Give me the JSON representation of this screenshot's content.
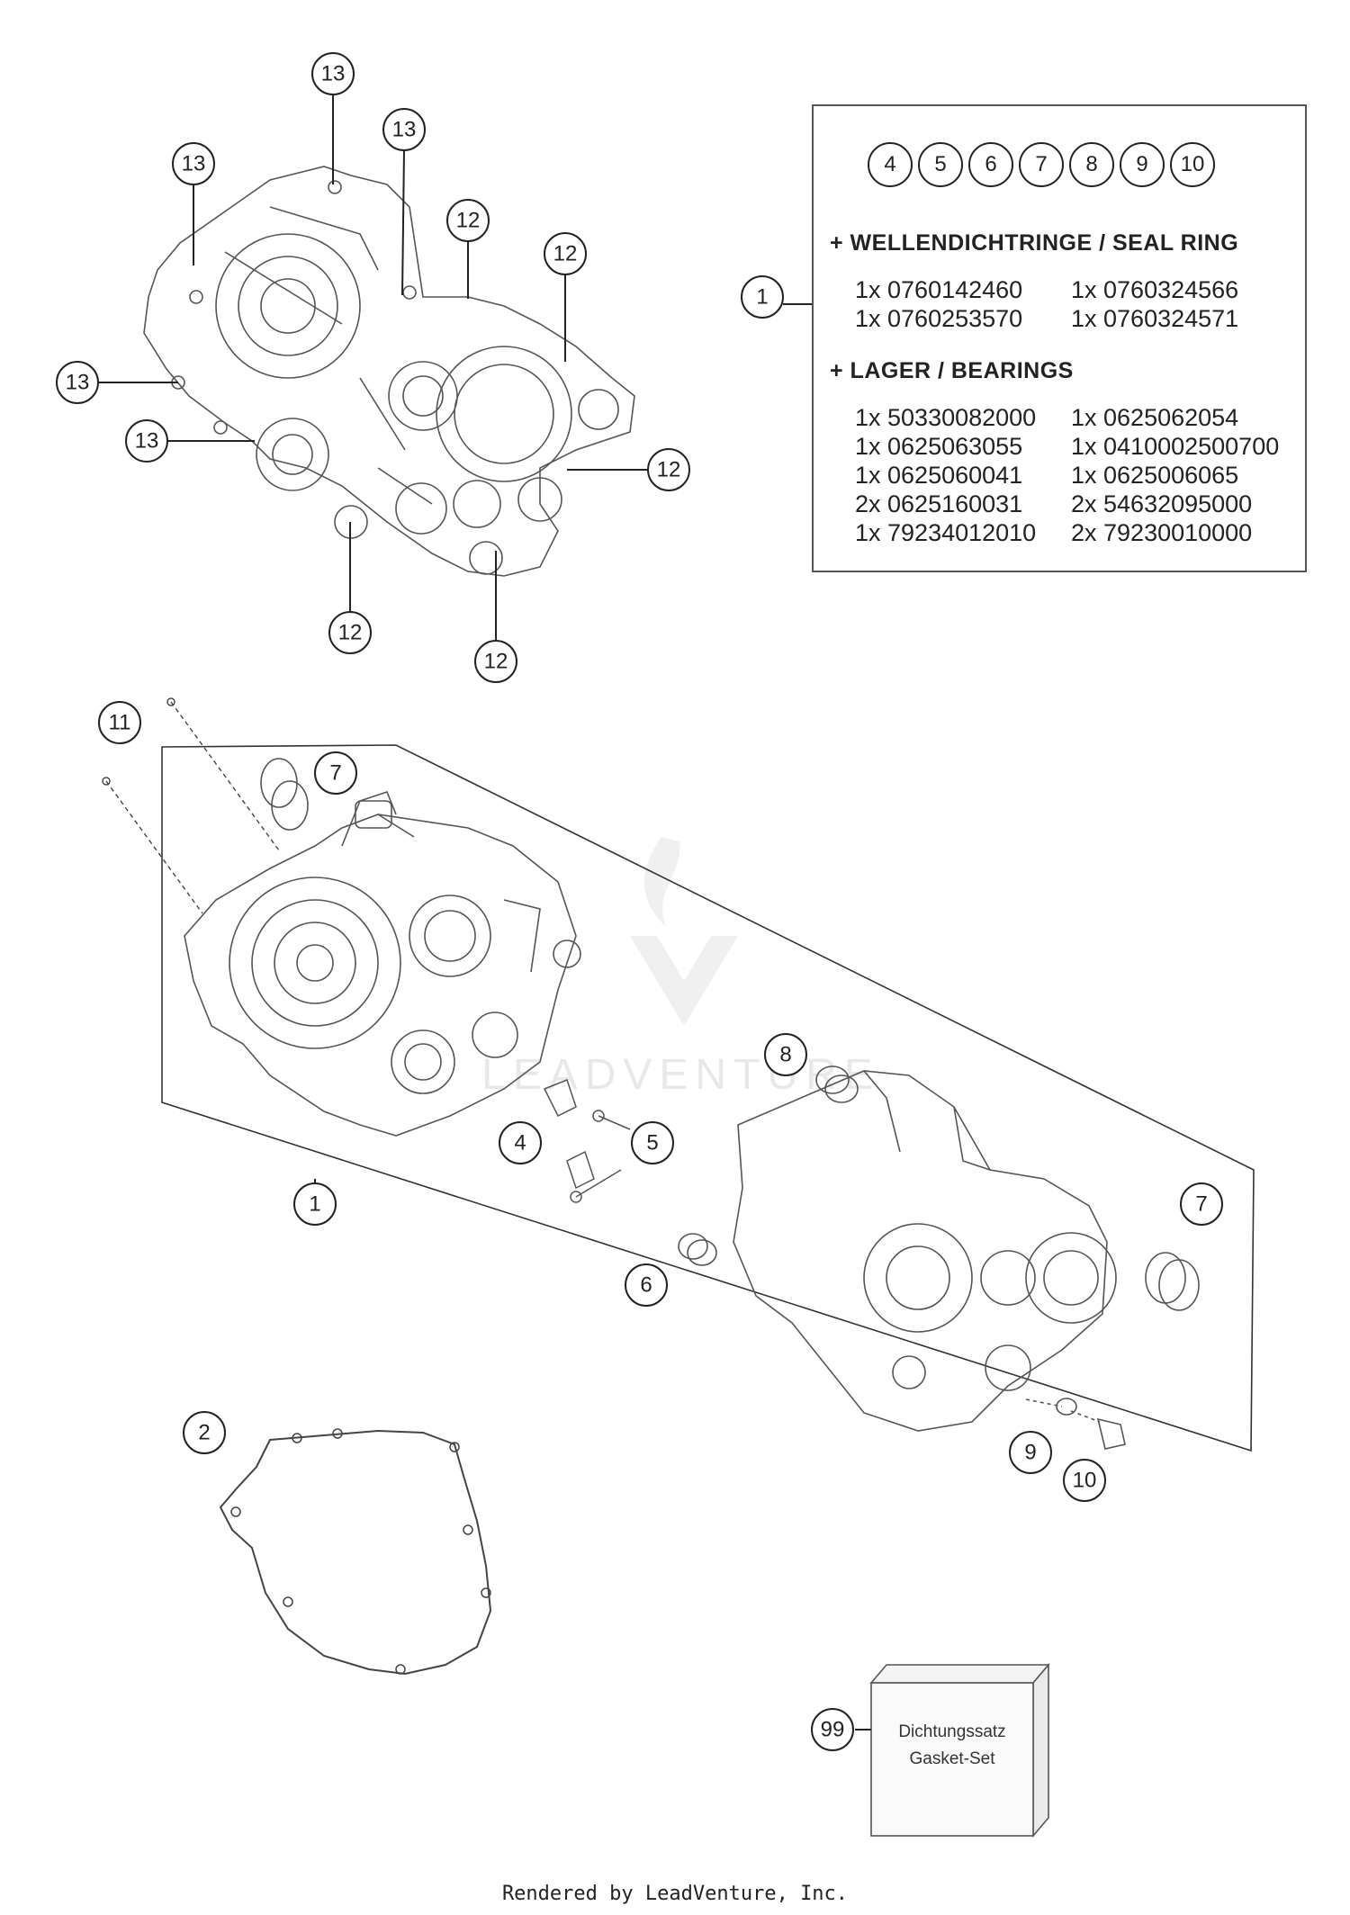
{
  "kit_box": {
    "circle_labels": [
      "4",
      "5",
      "6",
      "7",
      "8",
      "9",
      "10"
    ],
    "seal_heading": "+ WELLENDICHTRINGE / SEAL RING",
    "seal_items": [
      "1x 0760142460",
      "1x 0760324566",
      "1x 0760253570",
      "1x 0760324571"
    ],
    "bearing_heading": "+ LAGER / BEARINGS",
    "bearing_items": [
      "1x 50330082000",
      "1x 0625062054",
      "1x 0625063055",
      "1x 0410002500700",
      "1x 0625060041",
      "1x 0625006065",
      "2x 0625160031",
      "2x 54632095000",
      "1x 79234012010",
      "2x 79230010000"
    ]
  },
  "gasket_set": {
    "label_de": "Dichtungssatz",
    "label_en": "Gasket-Set",
    "callout": "99"
  },
  "callouts": {
    "c13a": "13",
    "c13b": "13",
    "c13c": "13",
    "c13d": "13",
    "c13e": "13",
    "c12a": "12",
    "c12b": "12",
    "c12c": "12",
    "c12d": "12",
    "c12e": "12",
    "c1_kit": "1",
    "c1_main": "1",
    "c11": "11",
    "c7a": "7",
    "c7b": "7",
    "c8": "8",
    "c4": "4",
    "c5": "5",
    "c6": "6",
    "c9": "9",
    "c10": "10",
    "c2": "2"
  },
  "watermark": "LEADVENTURE",
  "footer": "Rendered by LeadVenture, Inc.",
  "colors": {
    "line": "#222222",
    "part_stroke": "#444444",
    "watermark": "#e6e6e6"
  }
}
